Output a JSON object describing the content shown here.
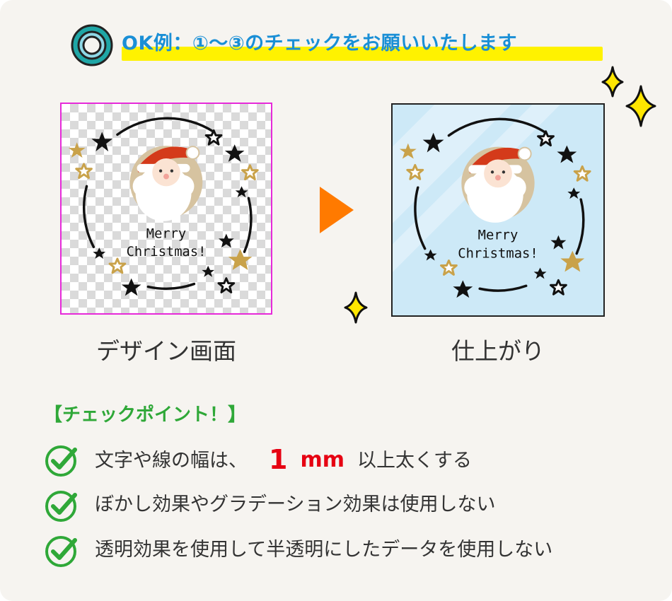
{
  "header": {
    "icon": "double-ring-icon",
    "title": "OK例：①～③のチェックをお願いいたします",
    "colors": {
      "title": "#1a8fd6",
      "highlight": "#fff200",
      "ring_outer": "#1fa6a6",
      "ring_inner": "#8fd8e6"
    }
  },
  "design_panel": {
    "label": "デザイン画面",
    "border_color": "#e62ad9",
    "artwork": {
      "line1": "Merry",
      "line2": "Christmas!"
    }
  },
  "final_panel": {
    "label": "仕上がり",
    "background": "#cde9f7",
    "artwork": {
      "line1": "Merry",
      "line2": "Christmas!"
    }
  },
  "arrow": {
    "icon": "play-arrow-icon",
    "color": "#ff7a00"
  },
  "checkpoints": {
    "heading": "【チェックポイント！】",
    "heading_color": "#2fa838",
    "items": [
      {
        "pre": "文字や線の幅は、",
        "num": "1",
        "unit": "mm",
        "post": "以上太くする"
      },
      {
        "text": "ぼかし効果やグラデーション効果は使用しない"
      },
      {
        "text": "透明効果を使用して半透明にしたデータを使用しない"
      }
    ],
    "emphasis_color": "#e60012"
  }
}
